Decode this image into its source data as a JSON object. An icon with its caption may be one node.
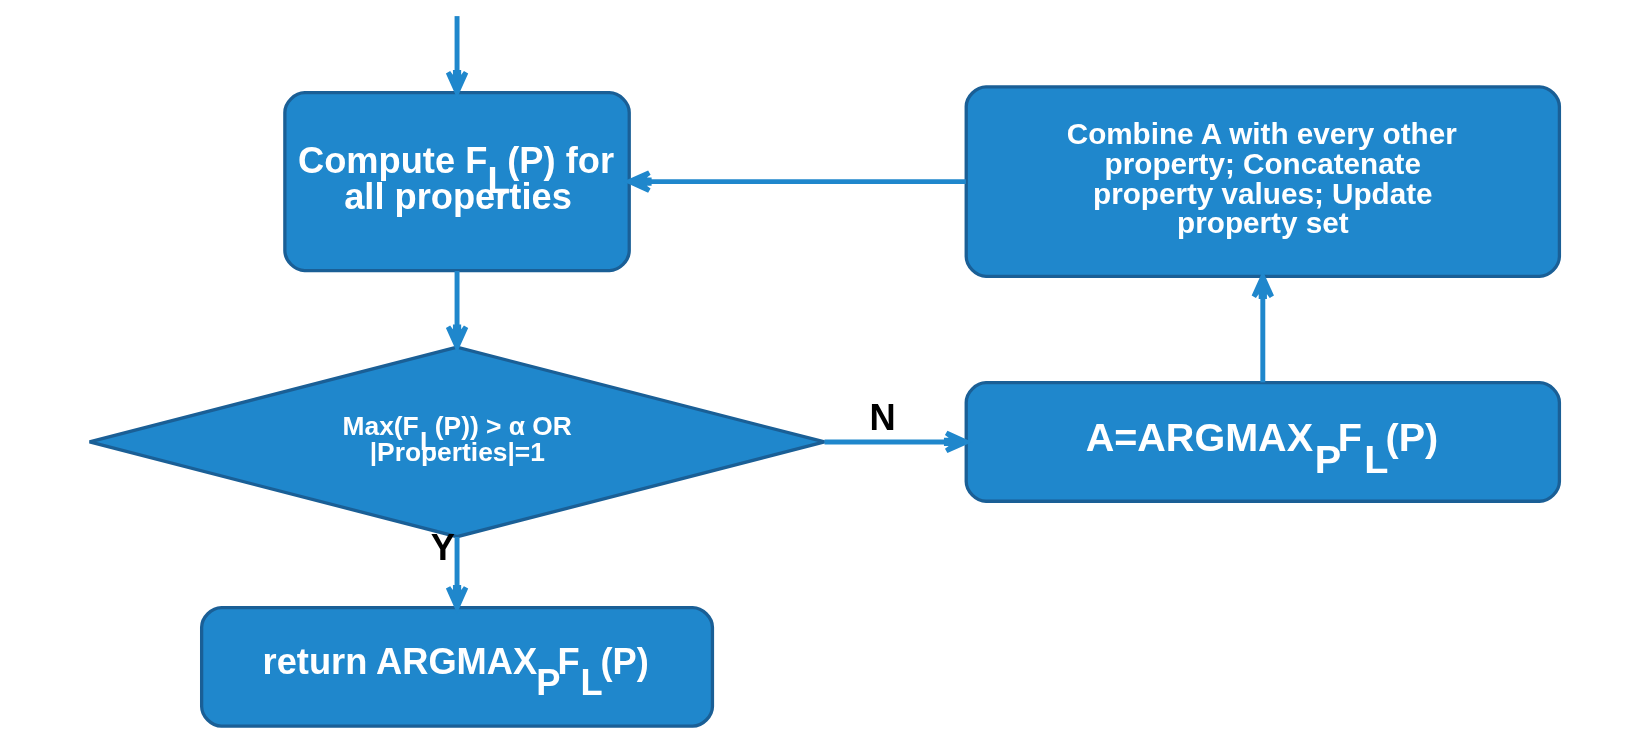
{
  "diagram": {
    "nodes": [
      {
        "text": [
          "Compute F$_{L}$(P) for all properties"
        ]
      },
      {
        "text": [
          "Combine A with every other property; Concatenate property values; Update property set"
        ]
      },
      {
        "text": [
          "Max(F$_{L}$(P)) > α OR |Properties|=1"
        ]
      },
      {
        "text": [
          "A=ARGMAX$_{P}$F$_{L}$(P)"
        ]
      },
      {
        "text": [
          "return ARGMAX$_{P}$F$_{L}$(P)"
        ]
      }
    ],
    "edges": [
      {
        "from": null,
        "to": 0,
        "arrow": "to"
      },
      {
        "from": 1,
        "to": 0,
        "arrow": "to"
      },
      {
        "from": 0,
        "to": 2,
        "arrow": "to"
      },
      {
        "from": 2,
        "to": 3,
        "arrow": "to",
        "label": "N"
      },
      {
        "from": 3,
        "to": 1,
        "arrow": "to"
      },
      {
        "from": 2,
        "to": 4,
        "arrow": "to",
        "label": "Y"
      }
    ]
  }
}
